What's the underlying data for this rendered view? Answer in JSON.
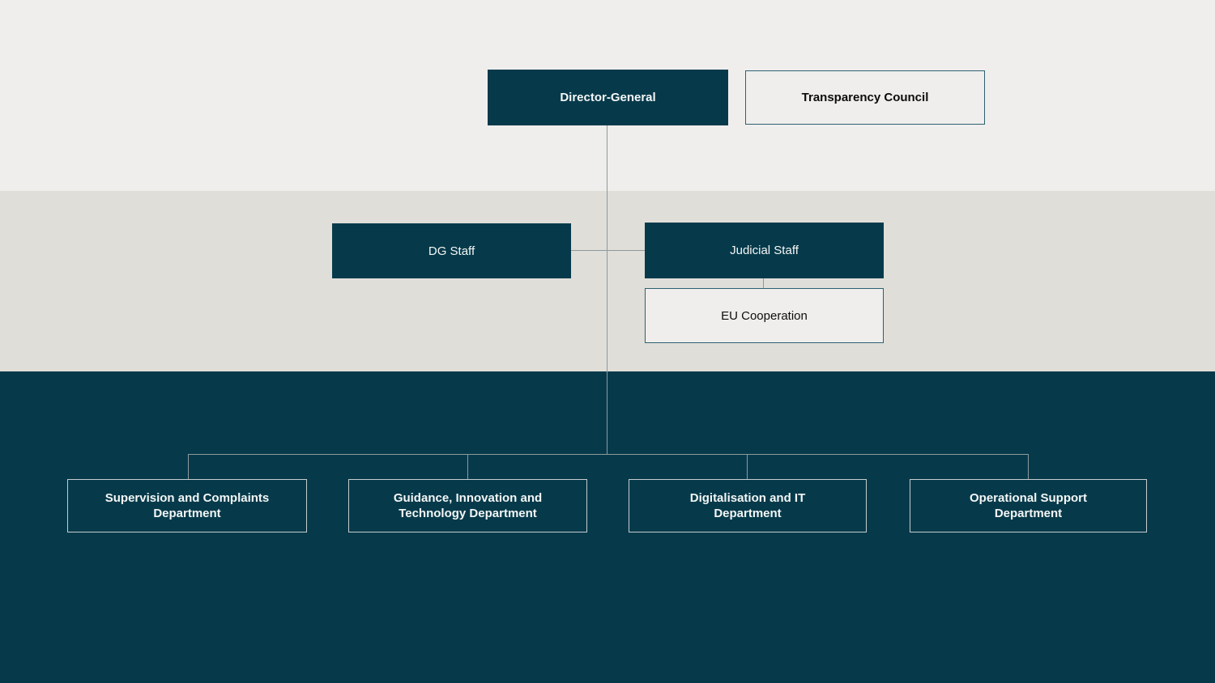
{
  "diagram": {
    "type": "org-chart",
    "nodes": {
      "director_general": {
        "label": "Director-General"
      },
      "transparency_council": {
        "label": "Transparency Council"
      },
      "dg_staff": {
        "label": "DG Staff"
      },
      "judicial_staff": {
        "label": "Judicial Staff"
      },
      "eu_cooperation": {
        "label": "EU Cooperation"
      },
      "supervision_complaints": {
        "label": "Supervision and Complaints\nDepartment"
      },
      "guidance_innovation": {
        "label": "Guidance, Innovation and\nTechnology Department"
      },
      "digitalisation_it": {
        "label": "Digitalisation and IT\nDepartment"
      },
      "operational_support": {
        "label": "Operational Support\nDepartment"
      }
    },
    "edges": [
      "director_general -> supervision_complaints",
      "director_general -> guidance_innovation",
      "director_general -> digitalisation_it",
      "director_general -> operational_support",
      "dg_staff -- judicial_staff",
      "judicial_staff -> eu_cooperation"
    ],
    "colors": {
      "dark_teal": "#063a4b",
      "band_top": "#efeeec",
      "band_middle": "#e0ded8",
      "teal_border": "#2c6170",
      "department_border": "#c5cdcf",
      "connector_gray": "#8e9a9d",
      "text_light": "#f4f6f5",
      "text_dark": "#0d0d0d"
    }
  }
}
